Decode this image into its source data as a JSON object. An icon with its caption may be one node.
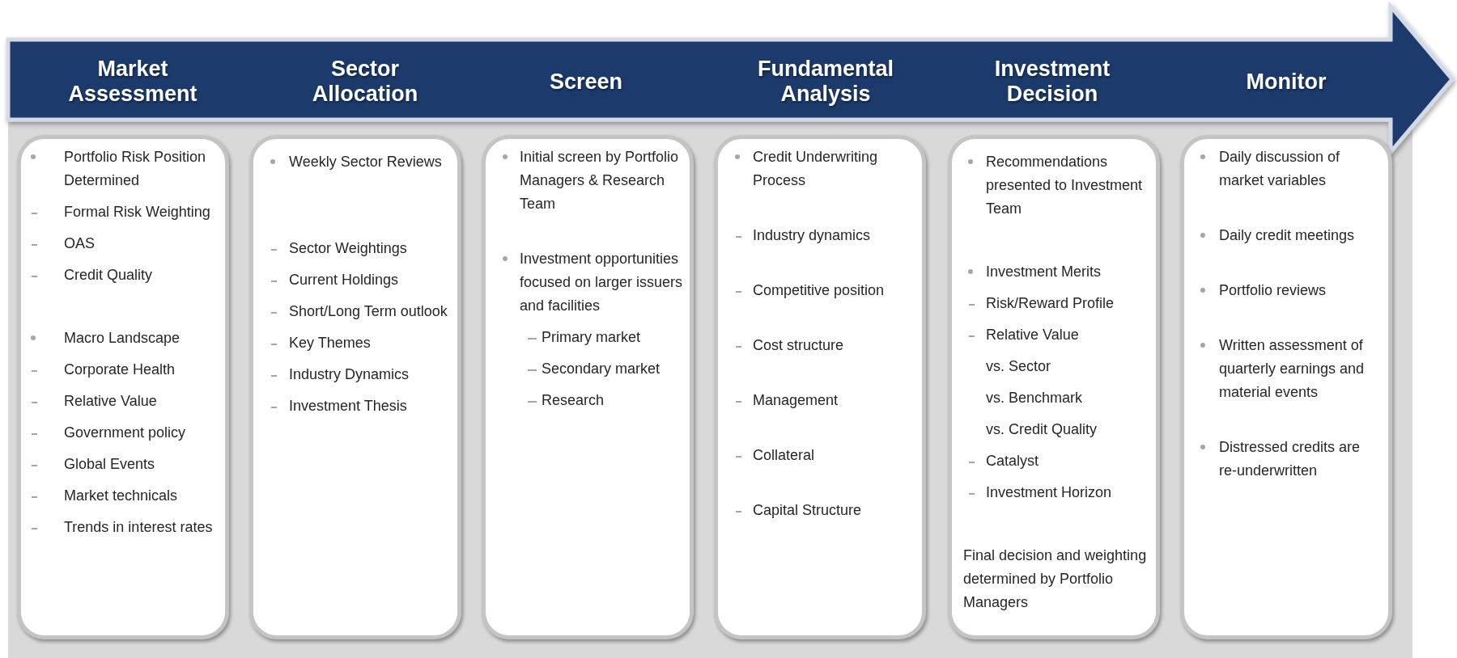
{
  "diagram": {
    "nodes": [
      {
        "text": [
          "Market Assessment",
          "Sector Allocation",
          "Screen",
          "Fundamental Analysis",
          "Investment Decision",
          "Monitor"
        ]
      },
      {
        "text": [
          "Portfolio Risk Position Determined",
          "Formal Risk Weighting",
          "OAS",
          "Credit Quality",
          "Macro Landscape",
          "Corporate Health",
          "Relative Value",
          "Government policy",
          "Global Events",
          "Market technicals",
          "Trends in interest rates"
        ]
      },
      {
        "text": [
          "Weekly Sector Reviews",
          "Sector Weightings",
          "Current Holdings",
          "Short/Long Term outlook",
          "Key Themes",
          "Industry Dynamics",
          "Investment Thesis"
        ]
      },
      {
        "text": [
          "Initial screen by Portfolio Managers & Research Team",
          "Investment opportunities focused on larger issuers and facilities",
          "Primary market",
          "Secondary market",
          "Research"
        ]
      },
      {
        "text": [
          "Credit Underwriting Process",
          "Industry dynamics",
          "Competitive position",
          "Cost structure",
          "Management",
          "Collateral",
          "Capital Structure"
        ]
      },
      {
        "text": [
          "Recommendations presented to Investment Team",
          "Investment Merits",
          "Risk/Reward Profile",
          "Relative Value",
          "vs. Sector",
          "vs. Benchmark",
          "vs. Credit Quality",
          "Catalyst",
          "Investment Horizon",
          "Final decision and weighting determined by Portfolio Managers"
        ]
      },
      {
        "text": [
          "Daily discussion of market variables",
          "Daily credit meetings",
          "Portfolio reviews",
          "Written assessment of quarterly earnings and material events",
          "Distressed credits are re-underwritten"
        ]
      }
    ],
    "edges": []
  }
}
